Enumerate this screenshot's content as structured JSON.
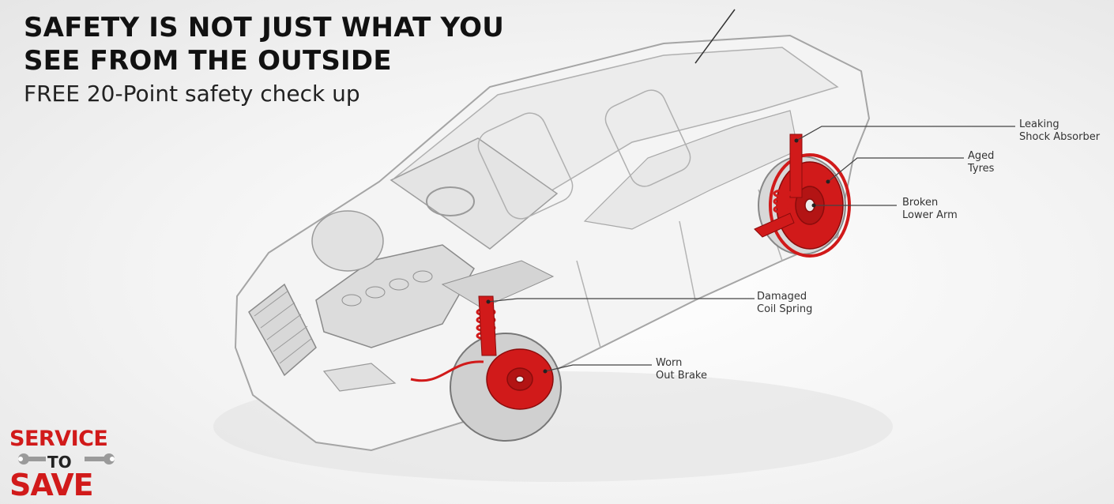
{
  "headline": {
    "line1": "SAFETY IS NOT JUST WHAT YOU",
    "line2": "SEE FROM THE OUTSIDE",
    "subline": "FREE 20-Point safety check up"
  },
  "callouts": [
    {
      "line1": "Leaking",
      "line2": "Shock Absorber"
    },
    {
      "line1": "Aged",
      "line2": "Tyres"
    },
    {
      "line1": "Broken",
      "line2": "Lower Arm"
    },
    {
      "line1": "Damaged",
      "line2": "Coil Spring"
    },
    {
      "line1": "Worn",
      "line2": "Out Brake"
    }
  ],
  "logo": {
    "line1": "SERVICE",
    "line2": "TO",
    "line3": "SAVE"
  },
  "colors": {
    "accent": "#d11a1a",
    "text": "#111111",
    "line": "#444444"
  }
}
